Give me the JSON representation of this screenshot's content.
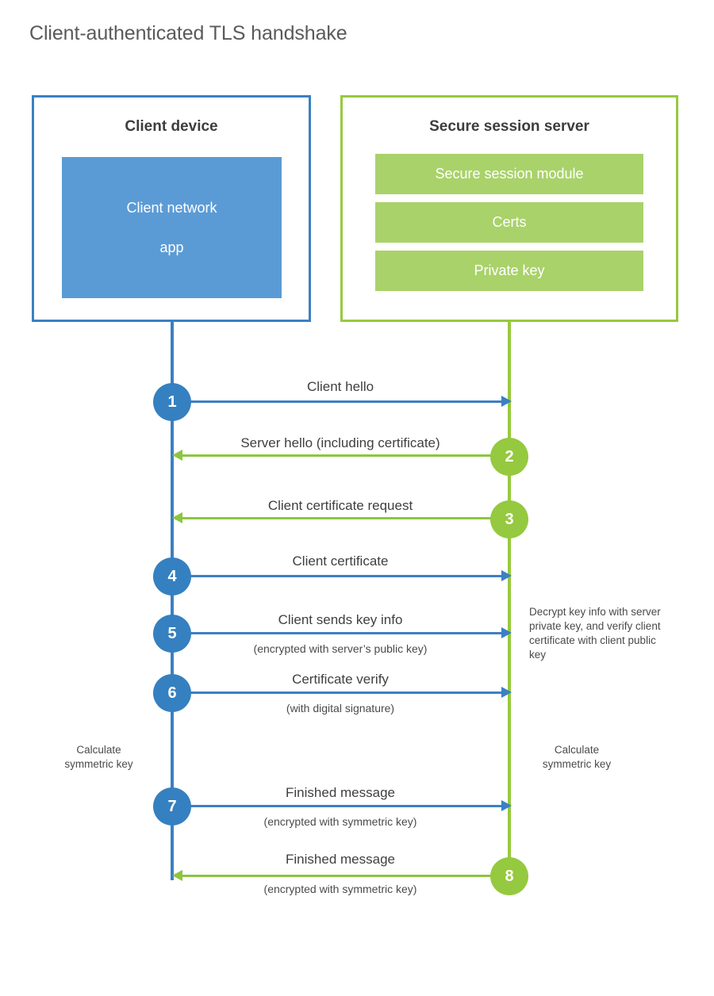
{
  "title": "Client-authenticated TLS handshake",
  "colors": {
    "client_blue": "#3b80c4",
    "client_app_fill": "#5b9bd5",
    "server_green": "#97c93d",
    "server_bar_fill": "#a9d26a",
    "step_blue": "#3580c0",
    "step_green": "#95c93f",
    "text": "#3f3f3f",
    "title_text": "#5a5a5a"
  },
  "parties": {
    "client": {
      "title": "Client device",
      "app_line1": "Client network",
      "app_line2": "app"
    },
    "server": {
      "title": "Secure session server",
      "modules": [
        {
          "label": "Secure session module"
        },
        {
          "label": "Certs"
        },
        {
          "label": "Private key"
        }
      ]
    }
  },
  "steps": [
    {
      "number": "1",
      "label": "Client hello",
      "sublabel": "",
      "direction": "client-to-server",
      "color": "blue"
    },
    {
      "number": "2",
      "label": "Server hello (including certificate)",
      "sublabel": "",
      "direction": "server-to-client",
      "color": "green"
    },
    {
      "number": "3",
      "label": "Client certificate request",
      "sublabel": "",
      "direction": "server-to-client",
      "color": "green"
    },
    {
      "number": "4",
      "label": "Client certificate",
      "sublabel": "",
      "direction": "client-to-server",
      "color": "blue"
    },
    {
      "number": "5",
      "label": "Client sends key info",
      "sublabel": "(encrypted with server’s public key)",
      "direction": "client-to-server",
      "color": "blue"
    },
    {
      "number": "6",
      "label": "Certificate verify",
      "sublabel": "(with digital signature)",
      "direction": "client-to-server",
      "color": "blue"
    },
    {
      "number": "7",
      "label": "Finished message",
      "sublabel": "(encrypted with symmetric key)",
      "direction": "client-to-server",
      "color": "blue"
    },
    {
      "number": "8",
      "label": "Finished message",
      "sublabel": "(encrypted with symmetric key)",
      "direction": "server-to-client",
      "color": "green"
    }
  ],
  "annotations": {
    "server_decrypt": "Decrypt key info with server private key, and verify client certificate with client public key",
    "client_calc_line1": "Calculate",
    "client_calc_line2": "symmetric key",
    "server_calc_line1": "Calculate",
    "server_calc_line2": "symmetric key"
  }
}
